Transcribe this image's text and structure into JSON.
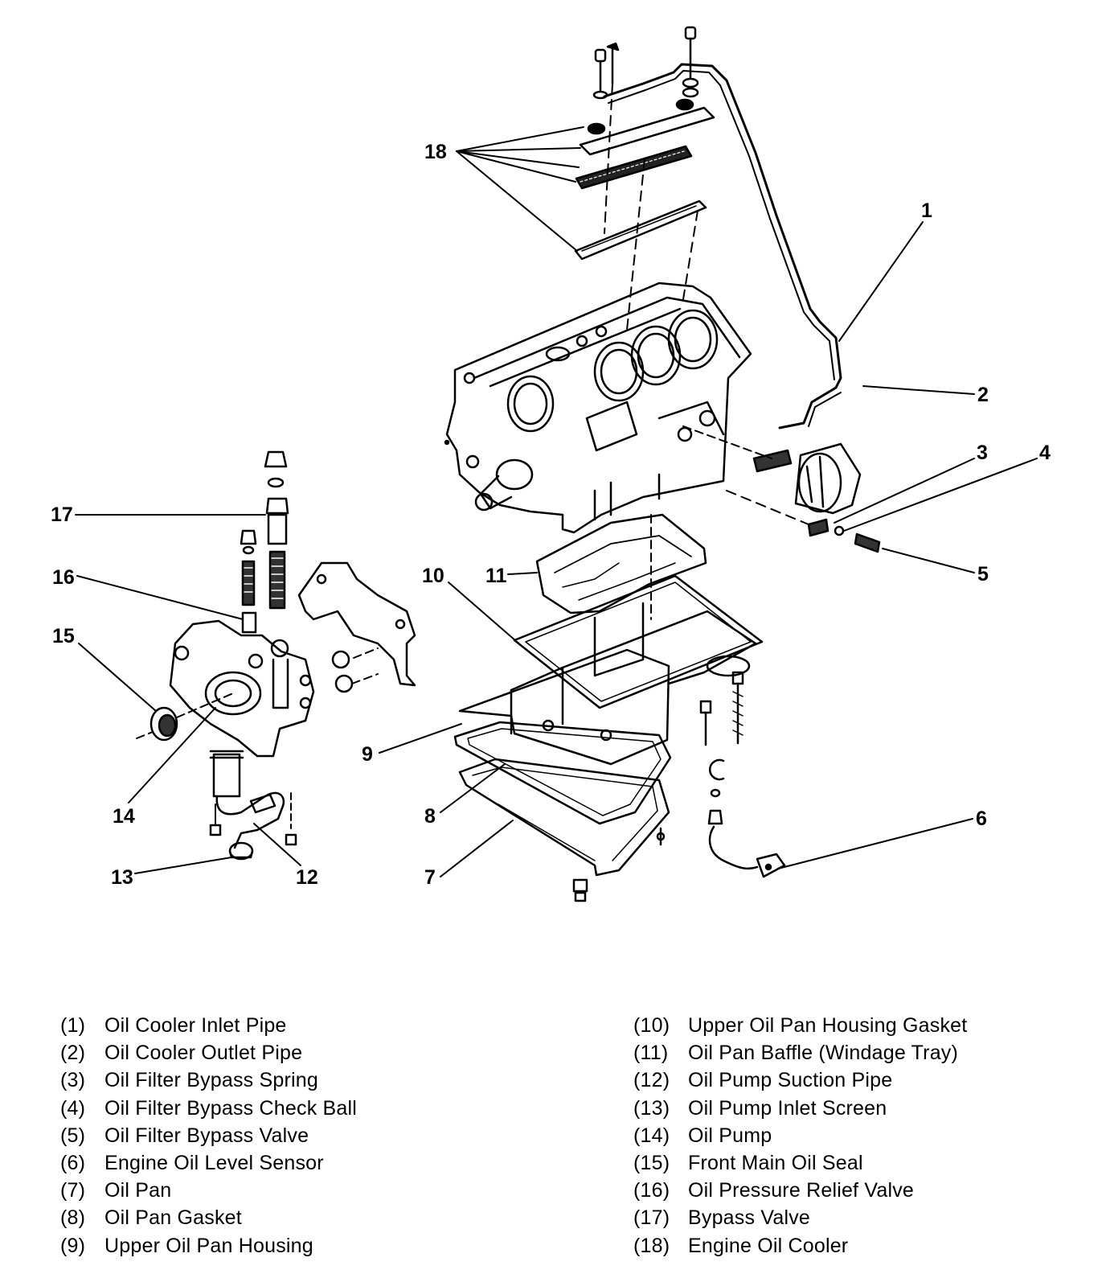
{
  "callouts": {
    "c1": "1",
    "c2": "2",
    "c3": "3",
    "c4": "4",
    "c5": "5",
    "c6": "6",
    "c7": "7",
    "c8": "8",
    "c9": "9",
    "c10": "10",
    "c11": "11",
    "c12": "12",
    "c13": "13",
    "c14": "14",
    "c15": "15",
    "c16": "16",
    "c17": "17",
    "c18": "18"
  },
  "legend": {
    "left": [
      {
        "num": "(1)",
        "name": "Oil Cooler Inlet Pipe"
      },
      {
        "num": "(2)",
        "name": "Oil Cooler Outlet Pipe"
      },
      {
        "num": "(3)",
        "name": "Oil Filter Bypass Spring"
      },
      {
        "num": "(4)",
        "name": "Oil Filter Bypass Check Ball"
      },
      {
        "num": "(5)",
        "name": "Oil Filter Bypass Valve"
      },
      {
        "num": "(6)",
        "name": "Engine Oil Level Sensor"
      },
      {
        "num": "(7)",
        "name": "Oil Pan"
      },
      {
        "num": "(8)",
        "name": "Oil Pan Gasket"
      },
      {
        "num": "(9)",
        "name": "Upper Oil Pan Housing"
      }
    ],
    "right": [
      {
        "num": "(10)",
        "name": "Upper Oil Pan Housing Gasket"
      },
      {
        "num": "(11)",
        "name": "Oil Pan Baffle (Windage Tray)"
      },
      {
        "num": "(12)",
        "name": "Oil Pump Suction Pipe"
      },
      {
        "num": "(13)",
        "name": "Oil Pump Inlet Screen"
      },
      {
        "num": "(14)",
        "name": "Oil Pump"
      },
      {
        "num": "(15)",
        "name": "Front Main Oil Seal"
      },
      {
        "num": "(16)",
        "name": "Oil Pressure Relief Valve"
      },
      {
        "num": "(17)",
        "name": "Bypass Valve"
      },
      {
        "num": "(18)",
        "name": "Engine Oil Cooler"
      }
    ]
  }
}
